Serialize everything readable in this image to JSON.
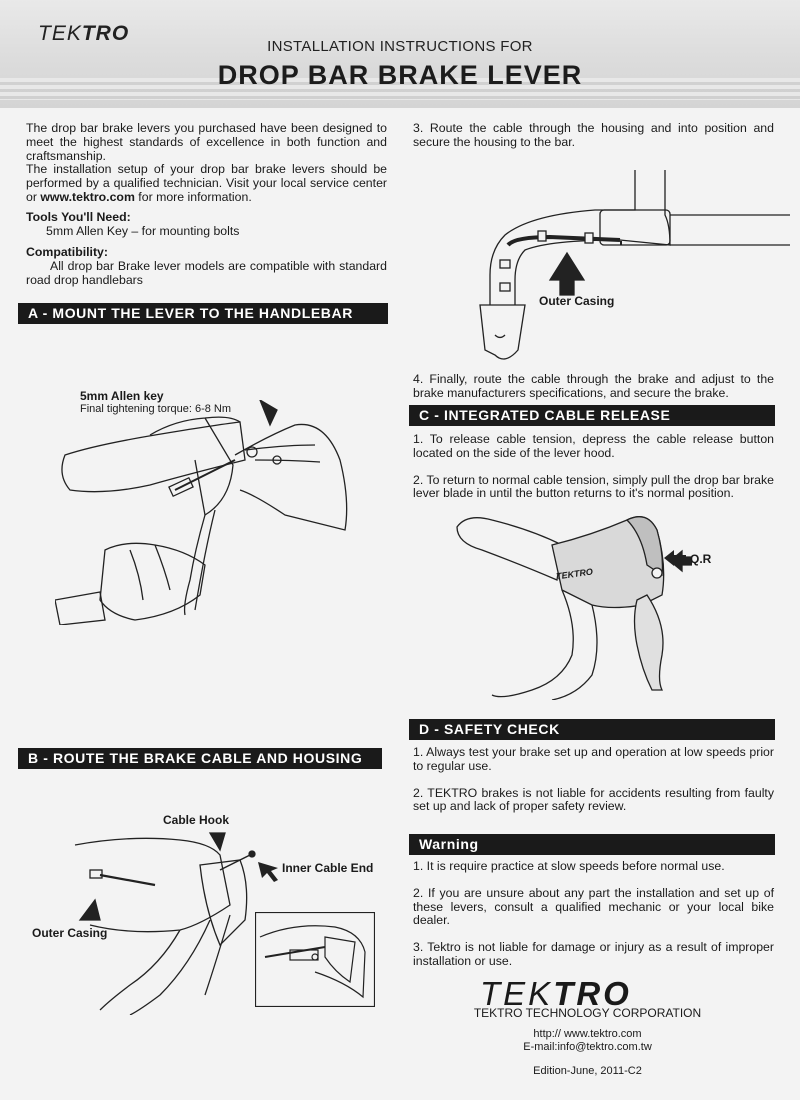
{
  "header": {
    "brand_light": "TEK",
    "brand_bold": "TRO",
    "subtitle": "INSTALLATION INSTRUCTIONS FOR",
    "title": "DROP BAR BRAKE LEVER"
  },
  "intro": {
    "p1": "The drop bar brake levers you purchased have been designed to meet the  highest standards of excellence in both function and craftsmanship.",
    "p2_pre": "The installation setup of your drop bar brake levers should be performed by a qualified technician. Visit your local service center or ",
    "p2_link": "www.tektro.com",
    "p2_post": " for more information."
  },
  "tools": {
    "heading": "Tools You'll Need:",
    "item": "5mm Allen Key – for mounting bolts"
  },
  "compat": {
    "heading": "Compatibility:",
    "text": "All drop bar Brake lever models are compatible with standard road drop handlebars"
  },
  "section_a": {
    "title": "A - MOUNT THE LEVER TO THE HANDLEBAR",
    "key_label": "5mm Allen key",
    "torque": "Final tightening torque: 6-8 Nm"
  },
  "section_b": {
    "title": "B - ROUTE THE BRAKE CABLE AND HOUSING",
    "cable_hook": "Cable Hook",
    "inner_cable_end": "Inner Cable End",
    "outer_casing": "Outer Casing"
  },
  "right_col": {
    "step3": "3. Route the cable through the housing and into position and secure the housing to the bar.",
    "outer_casing": "Outer Casing",
    "step4": "4. Finally, route the cable through the brake and adjust to the brake manufacturers specifications, and  secure the brake."
  },
  "section_c": {
    "title": "C - INTEGRATED CABLE RELEASE",
    "p1": "1. To release cable tension, depress the cable release button located on the side of the lever hood.",
    "p2": "2. To return to normal cable tension, simply pull the drop bar brake lever blade in until the button returns to it's normal position.",
    "qr_label": "Q.R",
    "hood_text": "TEKTRO"
  },
  "section_d": {
    "title": "D - SAFETY CHECK",
    "p1": "1. Always test your brake set up and operation at low speeds prior to regular use.",
    "p2": "2. TEKTRO brakes is not liable for accidents resulting from faulty set up and lack of proper safety review."
  },
  "warning": {
    "title": "Warning",
    "p1": "1. It is require practice at slow speeds before normal use.",
    "p2": "2. If you are unsure about any part the installation and set up of these levers, consult a qualified mechanic or your local bike dealer.",
    "p3": "3. Tektro is not liable for damage or injury as a result of improper installation or use."
  },
  "footer": {
    "brand_light": "TEK",
    "brand_bold": "TRO",
    "company": "TEKTRO TECHNOLOGY CORPORATION",
    "url": "http:// www.tektro.com",
    "email": "E-mail:info@tektro.com.tw",
    "edition": "Edition-June, 2011-C2"
  }
}
